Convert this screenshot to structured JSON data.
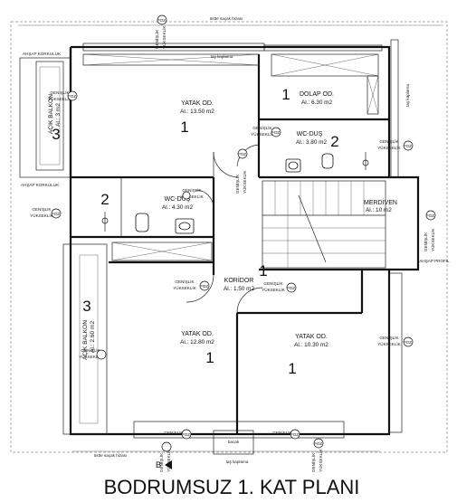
{
  "title": "BODRUMSUZ 1. KAT PLANI",
  "overhang_top": "üstte saçak hizası",
  "overhang_bottom": "üstte saçak hizası",
  "stone_cladding_top": "taş kaplama",
  "stone_cladding_right": "taş kaplama",
  "stone_cladding_bottom": "taş kaplama",
  "section_marker": "B",
  "rooms": {
    "yatak_top": {
      "name": "YATAK OD.",
      "area": "Al.: 13.50 m2",
      "num": "1"
    },
    "dolap": {
      "name": "DOLAP OD.",
      "area": "Al.: 6.30 m2",
      "num": "1"
    },
    "wc_top": {
      "name": "WC-DUŞ",
      "area": "Al.: 3.80 m2",
      "num": "2"
    },
    "wc_mid": {
      "name": "WC-DUŞ",
      "area": "Al.: 4.30 m2",
      "num": "2"
    },
    "merdiven": {
      "name": "MERDİVEN",
      "area": "Al.: 10 m2"
    },
    "koridor": {
      "name": "KORİDOR",
      "area": "Al.: 1.50 m2",
      "num": "1"
    },
    "yatak_left": {
      "name": "YATAK OD.",
      "area": "Al.: 12.80 m2",
      "num": "1"
    },
    "yatak_right": {
      "name": "YATAK OD.",
      "area": "Al.: 10.30 m2",
      "num": "1"
    },
    "balkon_top": {
      "name": "AÇIK BALKON",
      "area": "Al.: 3 m2",
      "num": "3"
    },
    "balkon_bottom": {
      "name": "AÇIK BALKON",
      "area": "Al.: 2.60 m2",
      "num": "3"
    }
  },
  "labels": {
    "genislik": "GENİŞLİK",
    "yukseklik": "YÜKSEKLİK",
    "poz": "POZ.",
    "korkuluk": "AHŞAP KORKULUK",
    "bacak": "bacak",
    "ahsap_profil": "AHŞAP PROFİL"
  }
}
